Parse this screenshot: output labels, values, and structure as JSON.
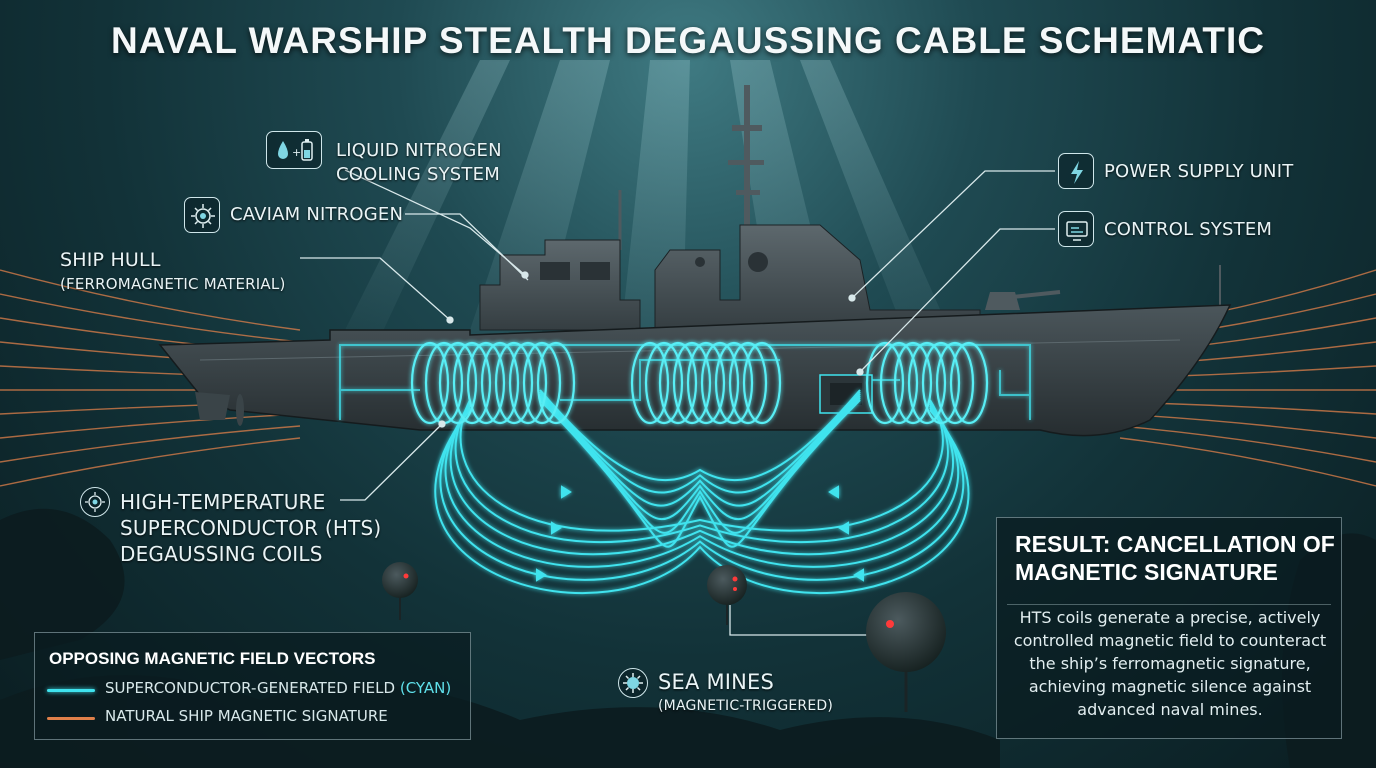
{
  "title": "NAVAL WARSHIP STEALTH DEGAUSSING CABLE SCHEMATIC",
  "callouts": {
    "liquid_nitrogen": {
      "line1": "LIQUID NITROGEN",
      "line2": "COOLING SYSTEM",
      "icon": "droplet-battery-icon"
    },
    "caviam_nitrogen": {
      "line1": "CAVIAM NITROGEN",
      "icon": "gear-icon"
    },
    "ship_hull": {
      "line1": "SHIP HULL",
      "line2": "(FERROMAGNETIC MATERIAL)"
    },
    "power_supply": {
      "line1": "POWER SUPPLY UNIT",
      "icon": "lightning-icon"
    },
    "control_system": {
      "line1": "CONTROL SYSTEM",
      "icon": "monitor-icon"
    },
    "hts_coils": {
      "line1": "HIGH-TEMPERATURE",
      "line2": "SUPERCONDUCTOR (HTS)",
      "line3": "DEGAUSSING COILS",
      "icon": "coil-gear-icon"
    },
    "sea_mines": {
      "line1": "SEA MINES",
      "line2": "(MAGNETIC-TRIGGERED)",
      "icon": "mine-icon"
    }
  },
  "legend": {
    "title": "OPPOSING MAGNETIC FIELD VECTORS",
    "items": [
      {
        "label": "SUPERCONDUCTOR-GENERATED FIELD",
        "tag": "(CYAN)",
        "color": "#3fe3ee"
      },
      {
        "label": "NATURAL SHIP MAGNETIC SIGNATURE",
        "tag": "",
        "color": "#e0804a"
      }
    ]
  },
  "result": {
    "title_line1": "RESULT: CANCELLATION OF",
    "title_line2": "MAGNETIC SIGNATURE",
    "body": [
      "HTS coils generate a precise, actively",
      "controlled magnetic field to counteract",
      "the ship’s ferromagnetic signature,",
      "achieving magnetic silence against",
      "advanced naval mines."
    ]
  },
  "colors": {
    "field": "#3fe3ee",
    "signature": "#e0804a",
    "hull": "#3a4448",
    "water": "#1f4a52"
  }
}
